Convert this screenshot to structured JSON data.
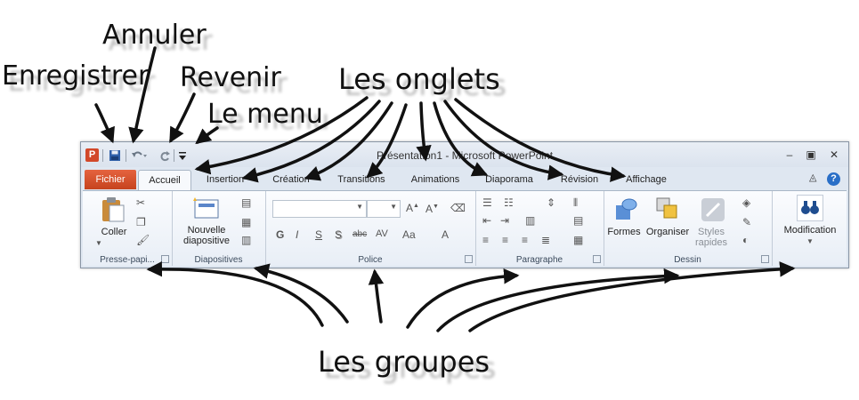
{
  "annotations": {
    "annuler": "Annuler",
    "enregistrer": "Enregistrer",
    "revenir": "Revenir",
    "le_menu": "Le menu",
    "les_onglets": "Les onglets",
    "les_groupes": "Les groupes"
  },
  "window": {
    "title": "Présentation1  -  Microsoft PowerPoint",
    "app_letter": "P"
  },
  "icons": {
    "app": "powerpoint-icon",
    "save": "floppy-disk-icon",
    "undo": "undo-arrow-icon",
    "redo": "redo-arrow-icon",
    "customize": "dropdown-arrow-icon",
    "minimize": "minimize-icon",
    "restore": "restore-icon",
    "close": "close-icon",
    "help": "help-icon"
  },
  "tabs": [
    "Fichier",
    "Accueil",
    "Insertion",
    "Création",
    "Transitions",
    "Animations",
    "Diaporama",
    "Révision",
    "Affichage"
  ],
  "active_tab": "Accueil",
  "help_label": "?",
  "groups": {
    "presse_papiers": {
      "label": "Presse-papi...",
      "coller": "Coller"
    },
    "diapositives": {
      "label": "Diapositives",
      "nouvelle": "Nouvelle",
      "diapositive": "diapositive"
    },
    "police": {
      "label": "Police",
      "g": "G",
      "i": "I",
      "s": "S",
      "s2": "S",
      "abc": "abc",
      "av": "AV",
      "aa": "Aa",
      "a": "A"
    },
    "paragraphe": {
      "label": "Paragraphe"
    },
    "dessin": {
      "label": "Dessin",
      "formes": "Formes",
      "organiser": "Organiser",
      "styles": "Styles",
      "rapides": "rapides"
    },
    "modification": {
      "label": "Modification"
    }
  },
  "colors": {
    "fichier_tab": "#d0502c",
    "ribbon_bg": "#f4f7fb",
    "accent_blue": "#2a6fc7"
  }
}
